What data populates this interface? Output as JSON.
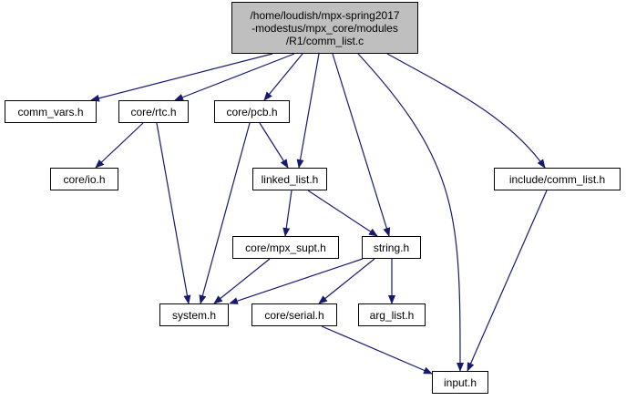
{
  "diagram": {
    "type": "include-dependency-graph",
    "edge_color": "#191970",
    "root": {
      "id": "root",
      "lines": [
        "/home/loudish/mpx-spring2017",
        "-modestus/mpx_core/modules",
        "/R1/comm_list.c"
      ],
      "fill": "#bfbfbf"
    },
    "nodes": [
      {
        "id": "comm_vars",
        "label": "comm_vars.h"
      },
      {
        "id": "rtc",
        "label": "core/rtc.h"
      },
      {
        "id": "pcb",
        "label": "core/pcb.h"
      },
      {
        "id": "io",
        "label": "core/io.h"
      },
      {
        "id": "linked_list",
        "label": "linked_list.h"
      },
      {
        "id": "comm_list_h",
        "label": "include/comm_list.h"
      },
      {
        "id": "mpx_supt",
        "label": "core/mpx_supt.h"
      },
      {
        "id": "string",
        "label": "string.h"
      },
      {
        "id": "system",
        "label": "system.h"
      },
      {
        "id": "serial",
        "label": "core/serial.h"
      },
      {
        "id": "arg_list",
        "label": "arg_list.h"
      },
      {
        "id": "input",
        "label": "input.h"
      }
    ],
    "edges": [
      {
        "from": "root",
        "to": "comm_vars"
      },
      {
        "from": "root",
        "to": "rtc"
      },
      {
        "from": "root",
        "to": "pcb"
      },
      {
        "from": "root",
        "to": "linked_list"
      },
      {
        "from": "root",
        "to": "string"
      },
      {
        "from": "root",
        "to": "input"
      },
      {
        "from": "root",
        "to": "comm_list_h"
      },
      {
        "from": "rtc",
        "to": "io"
      },
      {
        "from": "rtc",
        "to": "system"
      },
      {
        "from": "pcb",
        "to": "system"
      },
      {
        "from": "pcb",
        "to": "linked_list"
      },
      {
        "from": "linked_list",
        "to": "mpx_supt"
      },
      {
        "from": "linked_list",
        "to": "string"
      },
      {
        "from": "comm_list_h",
        "to": "input"
      },
      {
        "from": "mpx_supt",
        "to": "system"
      },
      {
        "from": "string",
        "to": "system"
      },
      {
        "from": "string",
        "to": "serial"
      },
      {
        "from": "string",
        "to": "arg_list"
      },
      {
        "from": "serial",
        "to": "input"
      }
    ]
  }
}
